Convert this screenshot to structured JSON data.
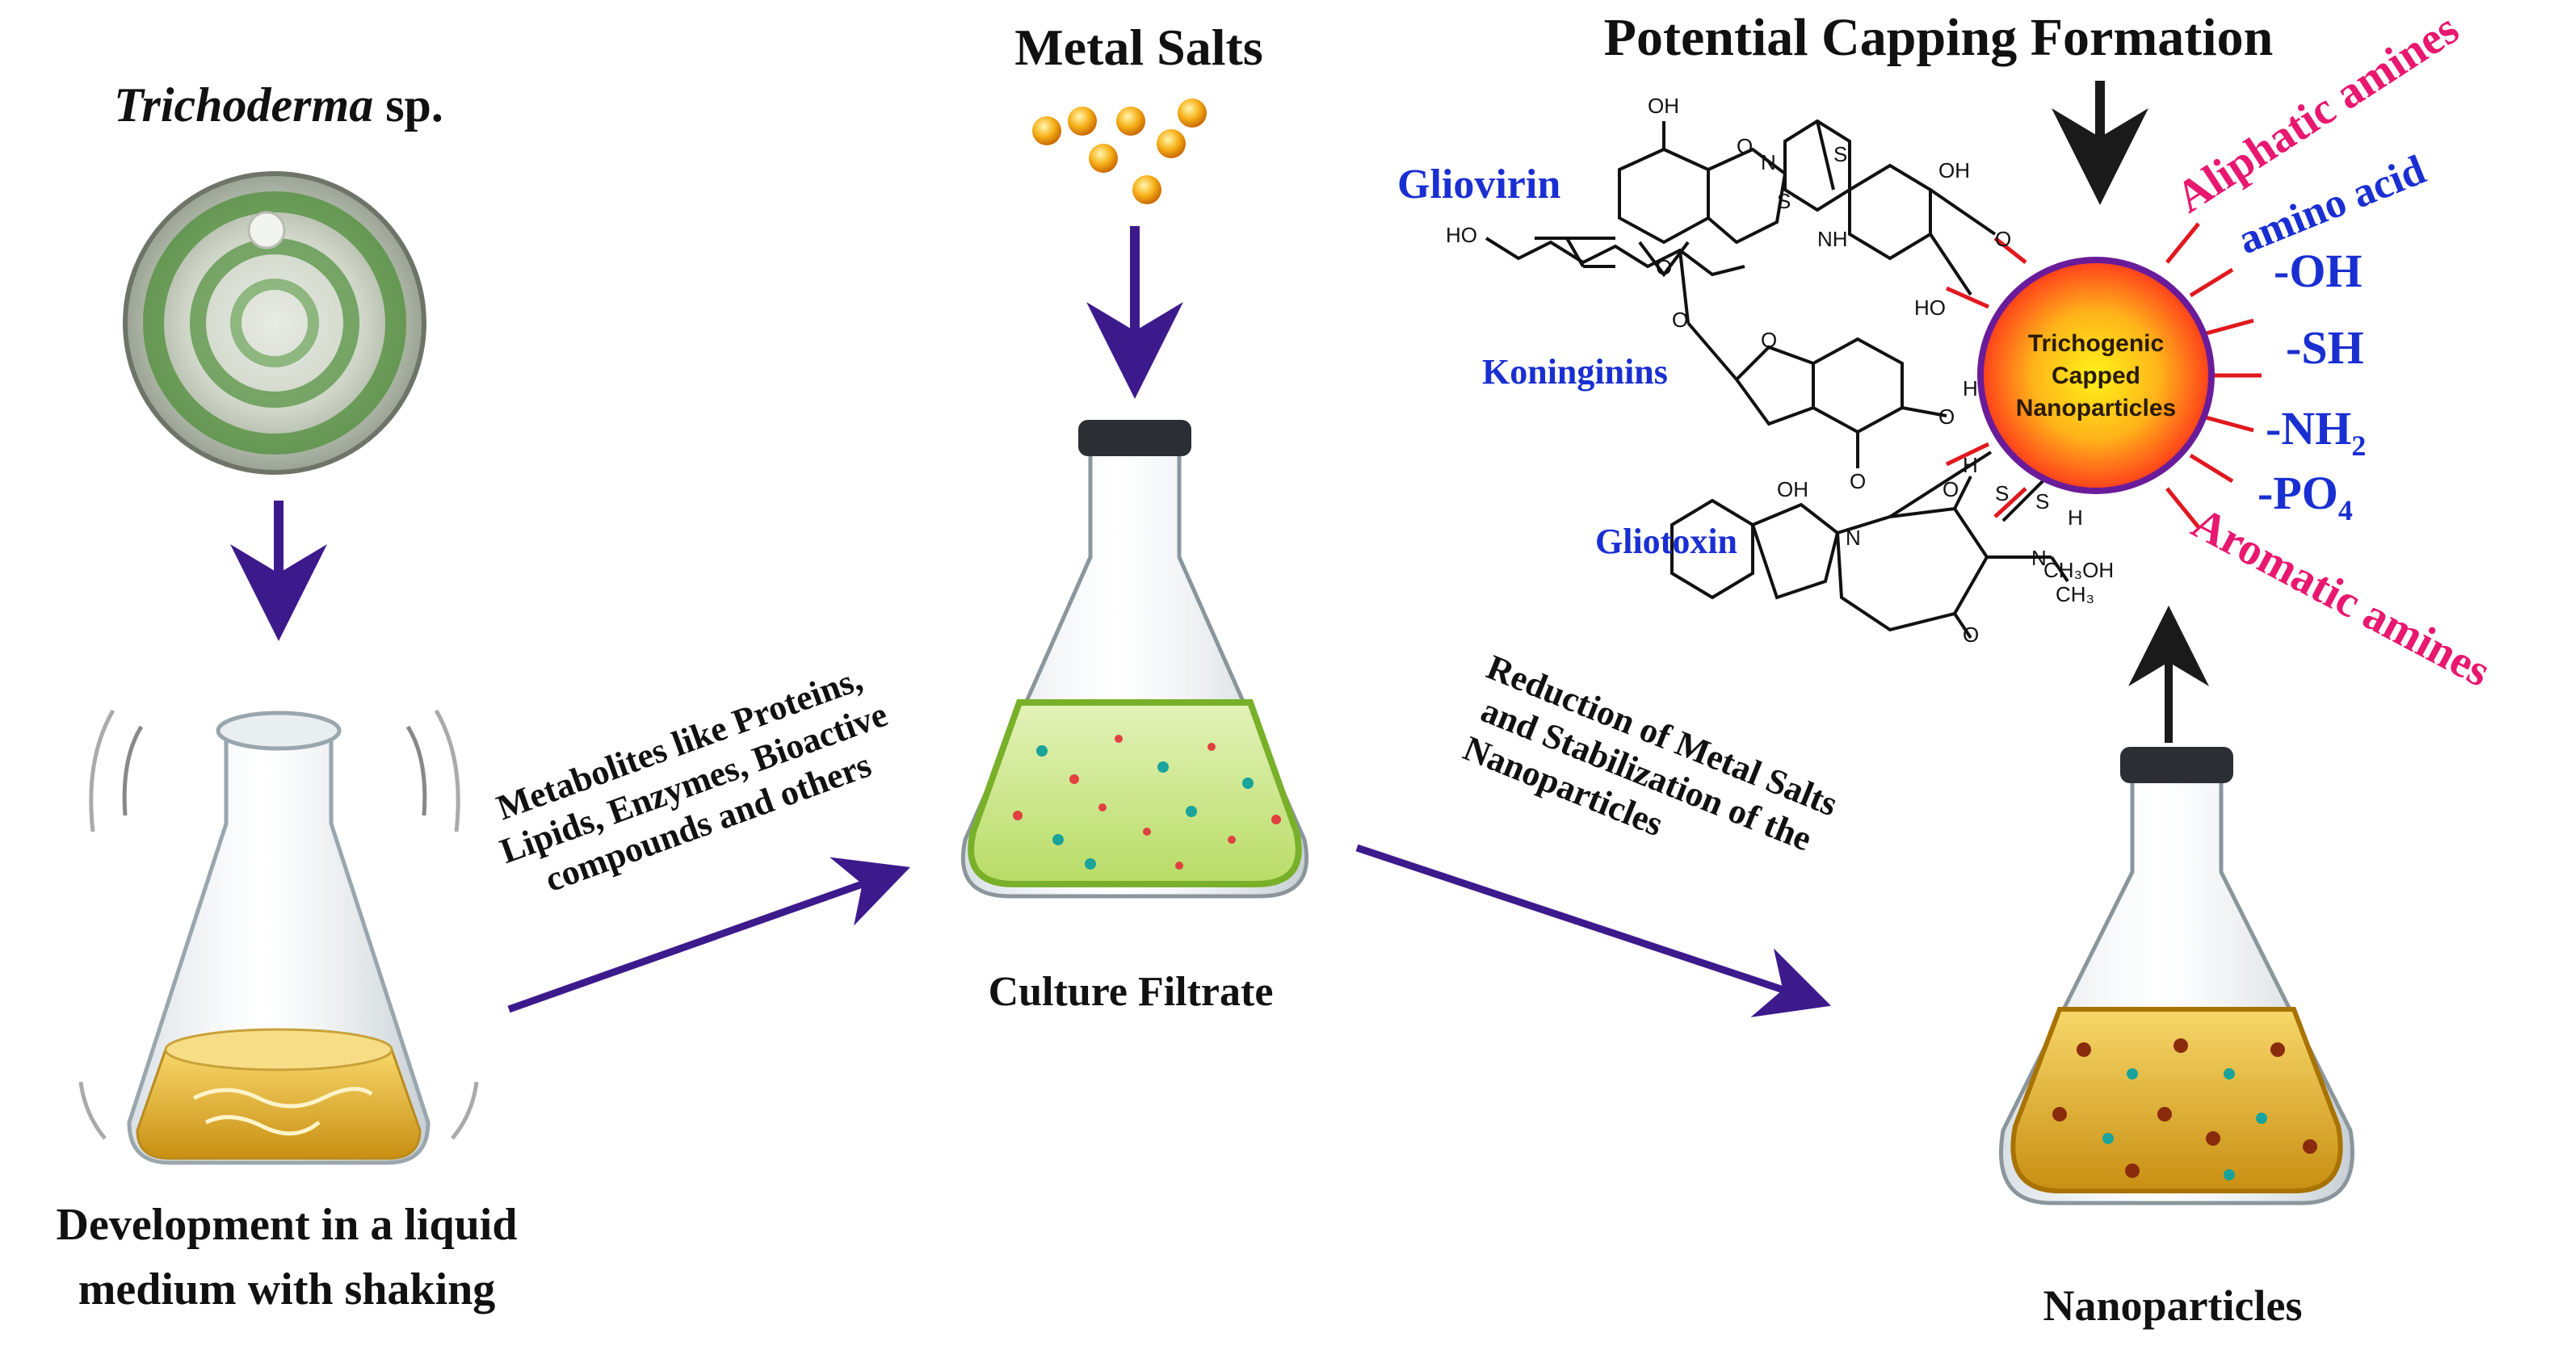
{
  "organism": {
    "genus": "Trichoderma",
    "suffix": " sp."
  },
  "step_labels": {
    "metal_salts": "Metal Salts",
    "capping_title": "Potential Capping Formation",
    "culture_filtrate": "Culture Filtrate",
    "nanoparticles": "Nanoparticles",
    "development_line1": "Development in a liquid",
    "development_line2": "medium with shaking"
  },
  "arrow_labels": {
    "metabolites": [
      "Metabolites like Proteins,",
      "Lipids, Enzymes, Bioactive",
      "compounds and others"
    ],
    "reduction": [
      "Reduction of Metal Salts",
      "and Stabilization of the",
      "Nanoparticles"
    ]
  },
  "nanoparticle_core": [
    "Trichogenic",
    "Capped",
    "Nanoparticles"
  ],
  "molecules": {
    "gliovirin": "Gliovirin",
    "koninginins": "Koninginins",
    "gliotoxin": "Gliotoxin"
  },
  "functional_groups": {
    "aliphatic": "Aliphatic amines",
    "amino_acid": "amino acid",
    "oh": "-OH",
    "sh": "-SH",
    "nh2": "-NH",
    "nh2_sub": "2",
    "po4": "-PO",
    "po4_sub": "4",
    "aromatic": "Aromatic amines"
  },
  "atom_labels": {
    "oh": "OH",
    "ho": "HO",
    "o": "O",
    "n": "N",
    "s": "S",
    "nh": "NH",
    "h": "H",
    "ch3oh": "CH₃OH",
    "ch3": "CH₃"
  },
  "colors": {
    "arrow": "#3d1a8c",
    "arrow_dark": "#1a1a1a",
    "group_pink": "#e8176f",
    "group_blue": "#1a2fd1",
    "molecule_blue": "#1a2fd1",
    "np_inner": "#ffe21a",
    "np_outer": "#ff4e1a",
    "np_ring": "#6a1b9a",
    "spoke": "#e0181f"
  }
}
